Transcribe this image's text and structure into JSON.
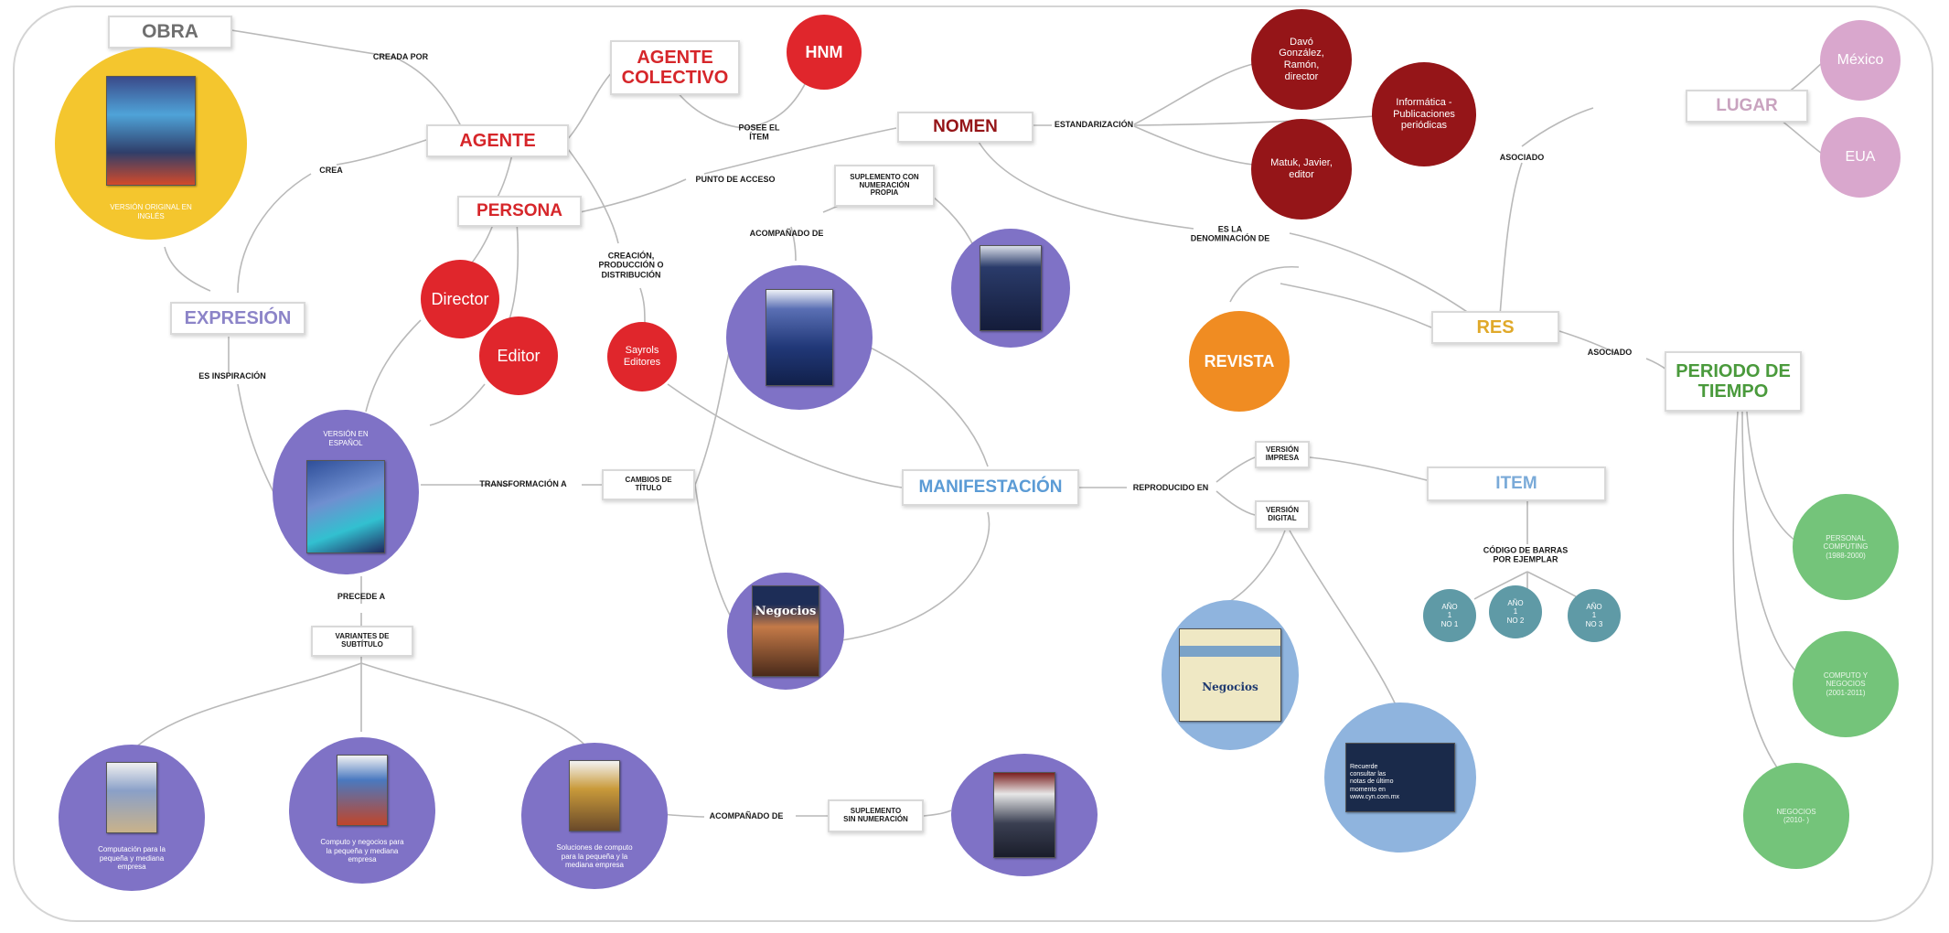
{
  "colors": {
    "entity_gray": "#6f6f6f",
    "entity_red": "#d6262a",
    "expresion_purple": "#8c84c8",
    "manifestacion_blue": "#5b9bd5",
    "revista_orange": "#f08c22",
    "res_gold": "#e0a92a",
    "lugar_pink": "#c9a3bf",
    "periodo_green": "#4a9a3c",
    "circle_red": "#e0262c",
    "circle_darkred": "#951518",
    "circle_purple": "#7f72c6",
    "circle_blue": "#8fb4de",
    "circle_teal": "#5f9aa6",
    "circle_green": "#74c47a",
    "circle_pink": "#d9a7cd",
    "circle_yellow": "#f4c62e"
  },
  "entities": {
    "obra": "OBRA",
    "agente": "AGENTE",
    "agente_colectivo": "AGENTE\nCOLECTIVO",
    "persona": "PERSONA",
    "expresion": "EXPRESIÓN",
    "nomen": "NOMEN",
    "lugar": "LUGAR",
    "res": "RES",
    "periodo": "PERIODO DE\nTIEMPO",
    "manifestacion": "MANIFESTACIÓN",
    "item": "ITEM"
  },
  "relations": {
    "creada_por": "CREADA POR",
    "crea": "CREA",
    "posee_item": "POSEE EL\nÍTEM",
    "punto_acceso": "PUNTO DE ACCESO",
    "estandarizacion": "ESTANDARIZACIÓN",
    "creacion": "CREACIÓN,\nPRODUCCIÓN O\nDISTRIBUCIÓN",
    "es_inspiracion": "ES INSPIRACIÓN",
    "acompanado_de_1": "ACOMPAÑADO DE",
    "acompanado_de_2": "ACOMPAÑADO DE",
    "es_denominacion": "ES LA\nDENOMINACIÓN DE",
    "asociado_lugar": "ASOCIADO",
    "asociado_periodo": "ASOCIADO",
    "transformacion": "TRANSFORMACIÓN A",
    "reproducido_en": "REPRODUCIDO EN",
    "precede_a": "PRECEDE A",
    "codigo_barras": "CÓDIGO DE BARRAS\nPOR EJEMPLAR"
  },
  "small_boxes": {
    "suplemento_propia": "SUPLEMENTO CON\nNUMERACIÓN\nPROPIA",
    "cambios_titulo": "CAMBIOS DE\nTÍTULO",
    "variantes_subtitulo": "VARIANTES DE\nSUBTÍTULO",
    "suplemento_sin": "SUPLEMENTO\nSIN NUMERACIÓN",
    "version_impresa": "VERSIÓN\nIMPRESA",
    "version_digital": "VERSIÓN\nDIGITAL"
  },
  "circles": {
    "hnm": "HNM",
    "davo": "Davó\nGonzález,\nRamón,\ndirector",
    "informatica": "Informática -\nPublicaciones\nperiódicas",
    "matuk": "Matuk, Javier,\neditor",
    "mexico": "México",
    "eua": "EUA",
    "director": "Director",
    "editor": "Editor",
    "sayrols": "Sayrols\nEditores",
    "revista": "REVISTA",
    "obra_caption": "VERSIÓN ORIGINAL EN\nINGLÉS",
    "espanol_caption": "VERSIÓN EN\nESPAÑOL",
    "ano1": "AÑO\n1\nNO 1",
    "ano2": "AÑO\n1\nNO 2",
    "ano3": "AÑO\n1\nNO 3",
    "periodo1": "PERSONAL\nCOMPUTING\n(1988-2000)",
    "periodo2": "COMPUTO Y\nNEGOCIOS\n(2001-2011)",
    "periodo3": "NEGOCIOS\n(2010- )",
    "variante1": "Computación para la\npequeña y mediana\nempresa",
    "variante2": "Computo y negocios para\nla pequeña y mediana\nempresa",
    "variante3": "Soluciones de computo\npara la pequeña y la\nmediana empresa",
    "cover_negocios": "Negocios",
    "cover_web": "Negocios",
    "cover_cyn": "Recuerde\nconsultar las\nnotas de último\nmomento en\nwww.cyn.com.mx"
  }
}
